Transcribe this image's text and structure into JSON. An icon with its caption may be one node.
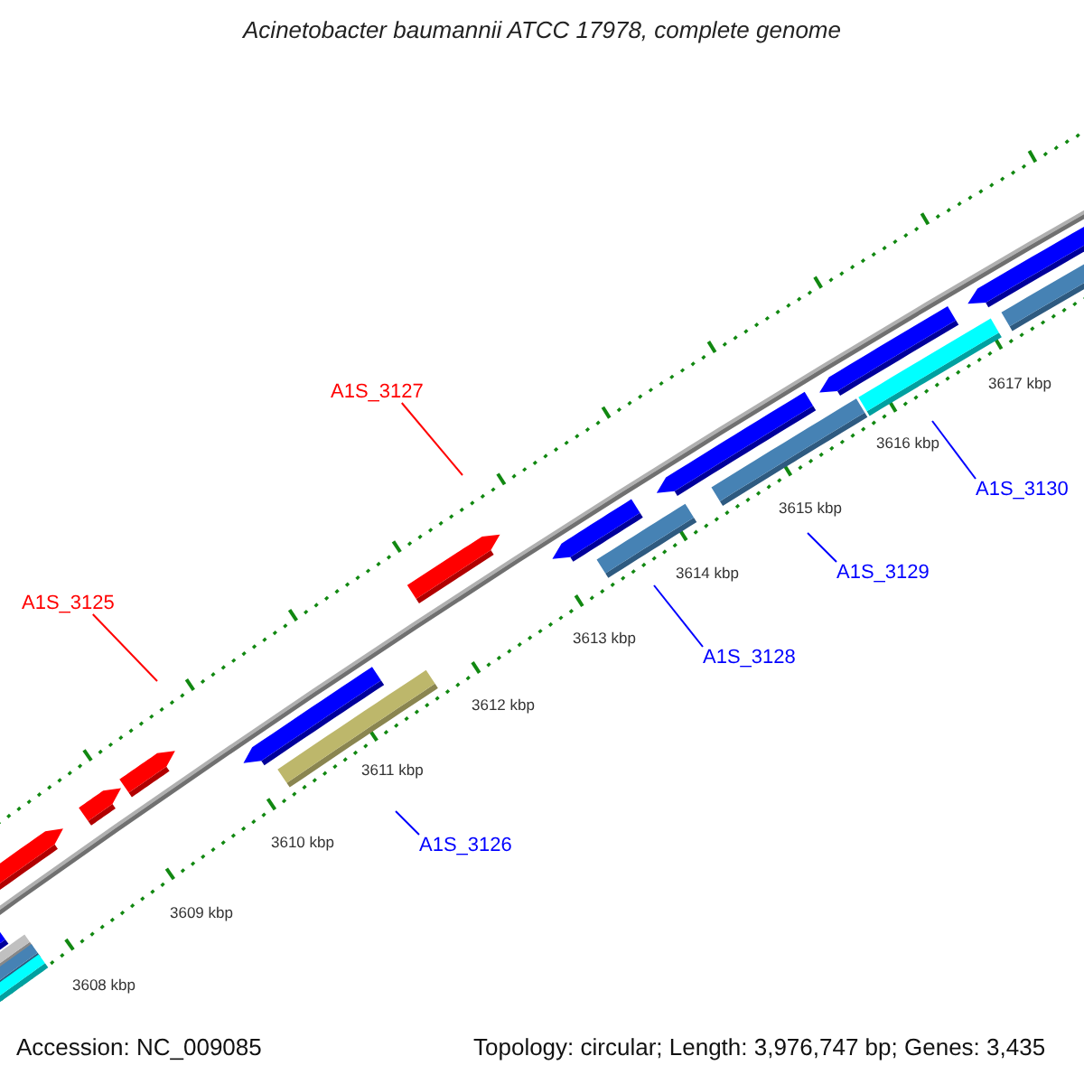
{
  "diagram": {
    "title": "Acinetobacter baumannii ATCC 17978, complete genome",
    "nodes": [
      {
        "text": [
          "A1S_3127"
        ]
      },
      {
        "text": [
          "A1S_3125"
        ]
      },
      {
        "text": [
          "A1S_3130"
        ]
      },
      {
        "text": [
          "A1S_3129"
        ]
      },
      {
        "text": [
          "A1S_3128"
        ]
      },
      {
        "text": [
          "A1S_3126"
        ]
      }
    ],
    "edges": [
      {
        "from": 0,
        "to": null,
        "arrow": "none",
        "color": "#ff0000"
      },
      {
        "from": 1,
        "to": null,
        "arrow": "none",
        "color": "#ff0000"
      },
      {
        "from": 2,
        "to": null,
        "arrow": "none",
        "color": "#0000ff"
      },
      {
        "from": 3,
        "to": null,
        "arrow": "none",
        "color": "#0000ff"
      },
      {
        "from": 4,
        "to": null,
        "arrow": "none",
        "color": "#0000ff"
      },
      {
        "from": 5,
        "to": null,
        "arrow": "none",
        "color": "#0000ff"
      }
    ],
    "labels": [
      "3617 kbp",
      "3616 kbp",
      "3615 kbp",
      "3614 kbp",
      "3613 kbp",
      "3612 kbp",
      "3611 kbp",
      "3610 kbp",
      "3609 kbp",
      "3608 kbp",
      "Accession: NC_009085",
      "Topology: circular; Length: 3,976,747 bp; Genes: 3,435"
    ]
  }
}
